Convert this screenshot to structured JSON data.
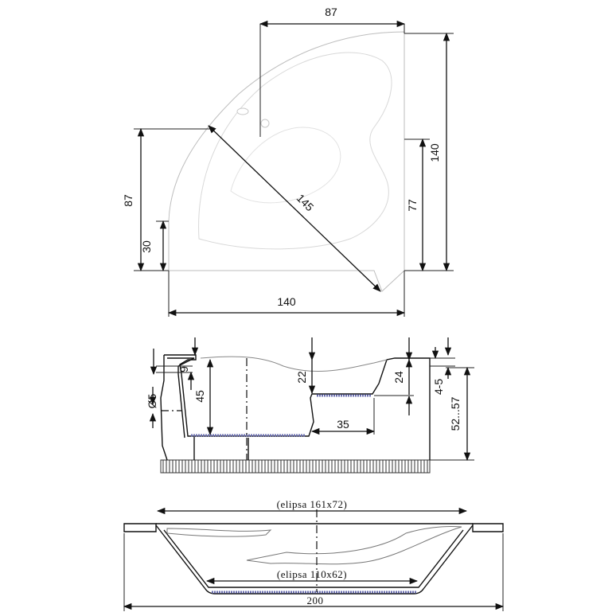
{
  "top_view": {
    "dim_top_width": "87",
    "dim_total_height": "140",
    "dim_left_height": "87",
    "dim_diagonal": "145",
    "dim_right_height": "77",
    "dim_left_small": "30",
    "dim_bottom_width": "140"
  },
  "side_section": {
    "dim_edge": "9",
    "dim_hole": "Ø5",
    "dim_depth": "45",
    "dim_step": "22",
    "dim_seat": "24",
    "dim_seat_length": "35",
    "dim_rim": "4-5",
    "dim_height": "52...57"
  },
  "bottom_section": {
    "ellipse_top": "(elipsa 161x72)",
    "ellipse_bottom": "(elipsa 110x62)",
    "dim_length": "200"
  }
}
